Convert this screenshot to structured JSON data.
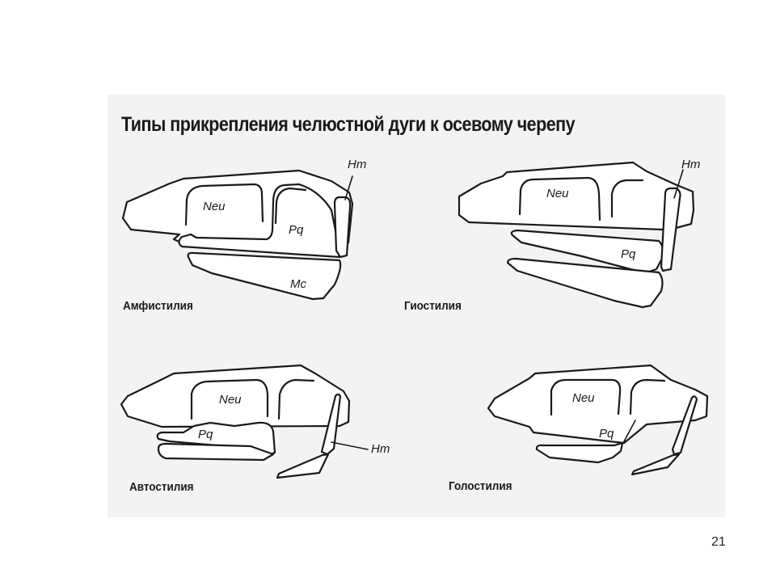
{
  "slide": {
    "title": "Типы прикрепления челюстной дуги к осевому черепу",
    "page_number": "21"
  },
  "diagrams": [
    {
      "caption": "Амфистилия",
      "labels": {
        "neu": "Neu",
        "pq": "Pq",
        "mc": "Mc",
        "hm": "Hm"
      }
    },
    {
      "caption": "Гиостилия",
      "labels": {
        "neu": "Neu",
        "pq": "Pq",
        "hm": "Hm"
      }
    },
    {
      "caption": "Автостилия",
      "labels": {
        "neu": "Neu",
        "pq": "Pq",
        "hm": "Hm"
      }
    },
    {
      "caption": "Голостилия",
      "labels": {
        "neu": "Neu",
        "pq": "Pq"
      }
    }
  ]
}
